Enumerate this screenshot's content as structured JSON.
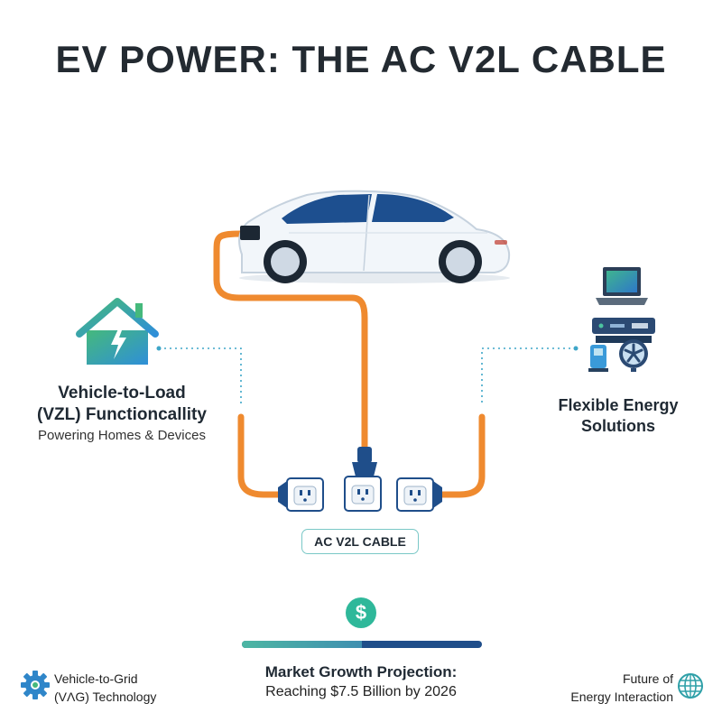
{
  "header": {
    "title": "EV POWER: THE AC V2L CABLE"
  },
  "left_panel": {
    "title_line1": "Vehicle-to-Load",
    "title_line2": "(VZL) Functioncallity",
    "subtitle": "Powering Homes & Devices",
    "icon": "house-lightning-icon"
  },
  "right_panel": {
    "title_line1": "Flexible Energy",
    "title_line2": "Solutions",
    "icons": [
      "laptop-icon",
      "appliance-icon"
    ]
  },
  "cable": {
    "label": "AC V2L CABLE",
    "outlet_count": 3
  },
  "market": {
    "icon_symbol": "$",
    "title": "Market Growth Projection:",
    "subtitle": "Reaching $7.5 Billion by 2026",
    "progress_fraction": 0.5
  },
  "footer": {
    "left_line1": "Vehicle-to-Grid",
    "left_line2": "(VɅG) Technology",
    "right_line1": "Future of",
    "right_line2": "Energy Interaction"
  },
  "colors": {
    "cable": "#ef8a2f",
    "plug": "#1f4e8a",
    "dotted": "#3ea6c8",
    "accent_teal": "#2fb89a",
    "car_body": "#f2f6fa",
    "car_window": "#1d4f8f"
  }
}
